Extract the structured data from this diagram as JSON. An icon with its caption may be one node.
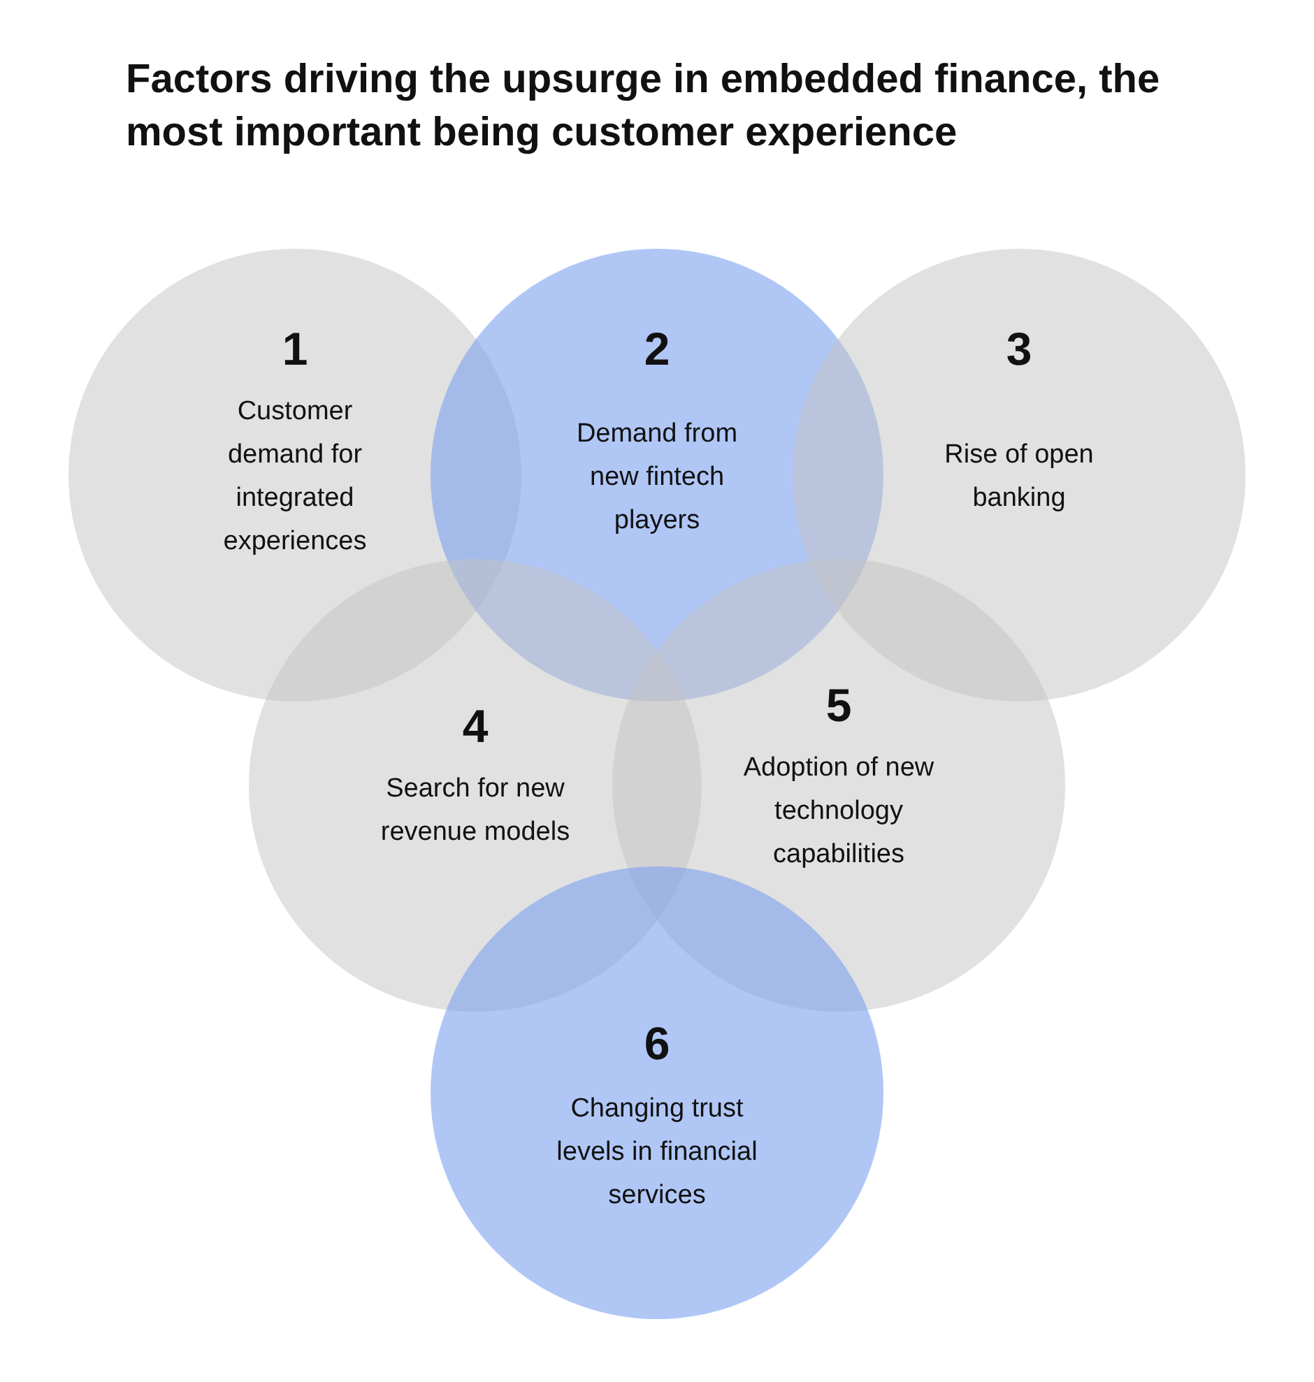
{
  "diagram": {
    "title": "Factors driving the upsurge in embedded finance, the most important being customer experience",
    "nodes": [
      {
        "text": [
          "1",
          "Customer demand for integrated experiences"
        ]
      },
      {
        "text": [
          "2",
          "Demand from new fintech players"
        ]
      },
      {
        "text": [
          "3",
          "Rise of open banking"
        ]
      },
      {
        "text": [
          "4",
          "Search for new revenue models"
        ]
      },
      {
        "text": [
          "5",
          "Adoption of new technology capabilities"
        ]
      },
      {
        "text": [
          "6",
          "Changing trust levels in financial services"
        ]
      }
    ]
  }
}
